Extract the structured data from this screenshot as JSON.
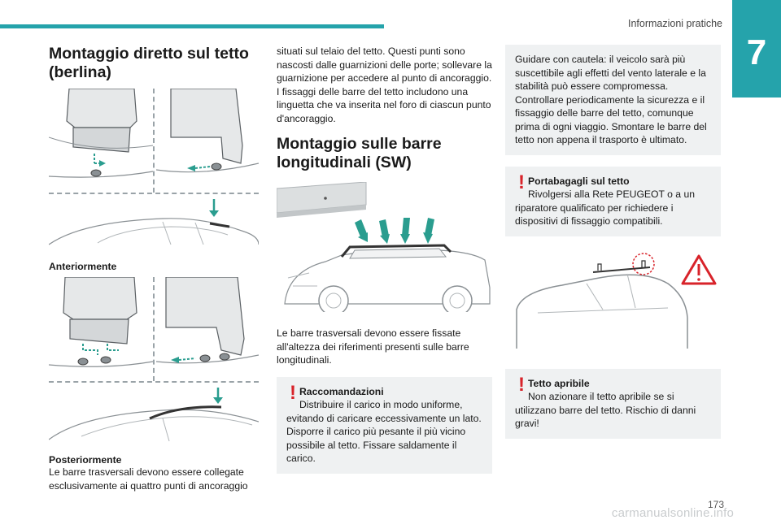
{
  "header": {
    "section": "Informazioni pratiche",
    "chapter": "7"
  },
  "col1": {
    "title": "Montaggio diretto sul tetto (berlina)",
    "caption_front": "Anteriormente",
    "caption_rear": "Posteriormente",
    "text": "Le barre trasversali devono essere collegate esclusivamente ai quattro punti di ancoraggio"
  },
  "col2": {
    "text1": "situati sul telaio del tetto. Questi punti sono nascosti dalle guarnizioni delle porte; sollevare la guarnizione per accedere al punto di ancoraggio. I fissaggi delle barre del tetto includono una linguetta che va inserita nel foro di ciascun punto d'ancoraggio.",
    "title2": "Montaggio sulle barre longitudinali (SW)",
    "text2": "Le barre trasversali devono essere fissate all'altezza dei riferimenti presenti sulle barre longitudinali.",
    "note": {
      "title": "Raccomandazioni",
      "body": "Distribuire il carico in modo uniforme, evitando di caricare eccessivamente un lato. Disporre il carico più pesante il più vicino possibile al tetto. Fissare saldamente il carico."
    }
  },
  "col3": {
    "top_note": "Guidare con cautela: il veicolo sarà più suscettibile agli effetti del vento laterale e la stabilità può essere compromessa. Controllare periodicamente la sicurezza e il fissaggio delle barre del tetto, comunque prima di ogni viaggio. Smontare le barre del tetto non appena il trasporto è ultimato.",
    "note_roof_rack": {
      "title": "Portabagagli sul tetto",
      "body": "Rivolgersi alla Rete PEUGEOT o a un riparatore qualificato per richiedere i dispositivi di fissaggio compatibili."
    },
    "note_sunroof": {
      "title": "Tetto apribile",
      "body": "Non azionare il tetto apribile se si utilizzano barre del tetto. Rischio di danni gravi!"
    }
  },
  "footer": {
    "page": "173",
    "watermark": "carmanualsonline.info"
  },
  "colors": {
    "accent": "#25a3ab",
    "alert": "#d8232a",
    "note_bg": "#eff1f2"
  }
}
